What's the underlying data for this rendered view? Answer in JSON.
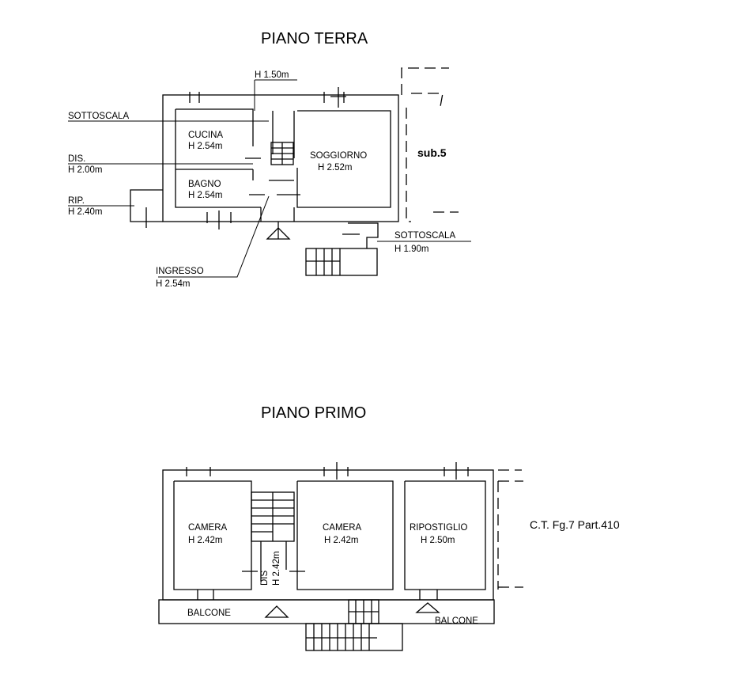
{
  "ground_floor": {
    "title": "PIANO TERRA",
    "h_top": "H 1.50m",
    "sottoscala_left": "SOTTOSCALA",
    "cucina": "CUCINA",
    "cucina_h": "H 2.54m",
    "dis": "DIS.",
    "dis_h": "H 2.00m",
    "bagno": "BAGNO",
    "bagno_h": "H 2.54m",
    "rip": "RIP.",
    "rip_h": "H 2.40m",
    "soggiorno": "SOGGIORNO",
    "soggiorno_h": "H 2.52m",
    "sub": "sub.5",
    "sottoscala_right": "SOTTOSCALA",
    "sottoscala_right_h": "H 1.90m",
    "ingresso": "INGRESSO",
    "ingresso_h": "H 2.54m"
  },
  "first_floor": {
    "title": "PIANO PRIMO",
    "camera1": "CAMERA",
    "camera1_h": "H 2.42m",
    "camera2": "CAMERA",
    "camera2_h": "H 2.42m",
    "ripostiglio": "RIPOSTIGLIO",
    "ripostiglio_h": "H 2.50m",
    "dis": "DIS",
    "dis_h": "H 2.42m",
    "balcone_left": "BALCONE",
    "balcone_right": "BALCONE"
  },
  "cadastral": "C.T. Fg.7 Part.410"
}
